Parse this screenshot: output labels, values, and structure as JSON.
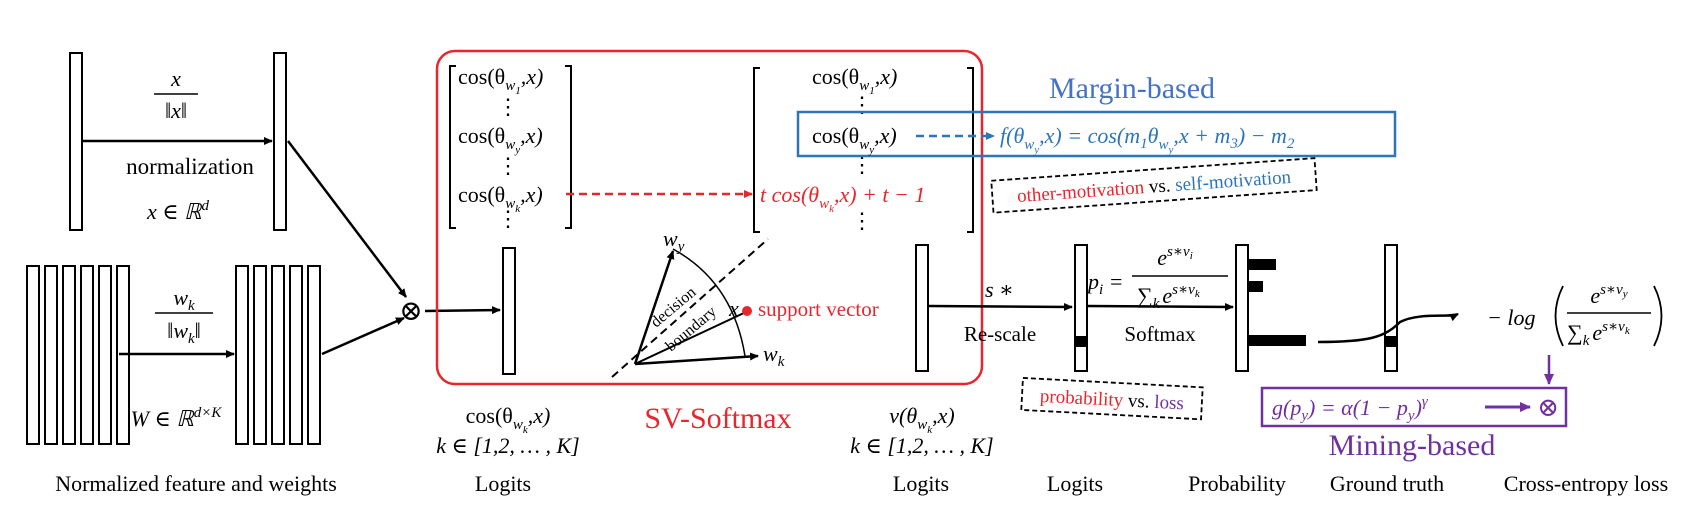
{
  "colors": {
    "black": "#000000",
    "red": "#e8262d",
    "blue": "#2e75b6",
    "margin_title": "#4472c4",
    "purple": "#7030a0"
  },
  "feature": {
    "norm_fraction_num": "x",
    "norm_fraction_den": "‖x‖",
    "normalization_label": "normalization",
    "feature_space": "x ∈ ℝ",
    "feature_space_sup": "d"
  },
  "weights": {
    "norm_fraction_num": "w",
    "norm_fraction_num_sub": "k",
    "norm_fraction_den": "‖w",
    "norm_fraction_den_sub": "k",
    "norm_fraction_den_end": "‖",
    "weight_space": "W ∈ ℝ",
    "weight_space_sup": "d×K"
  },
  "product_symbol": "⊗",
  "sv_softmax": {
    "title": "SV-Softmax",
    "left_matrix": {
      "row1": "cos(θ",
      "row1_sub": "w",
      "row1_subsub": "1",
      "row1_end": ",x)",
      "row2": "cos(θ",
      "row2_sub": "w",
      "row2_subsub": "y",
      "row2_end": ",x)",
      "row3": "cos(θ",
      "row3_sub": "w",
      "row3_subsub": "k",
      "row3_end": ",x)"
    },
    "right_matrix": {
      "row1": "cos(θ",
      "row1_sub": "w",
      "row1_subsub": "1",
      "row1_end": ",x)",
      "row2": "cos(θ",
      "row2_sub": "w",
      "row2_subsub": "y",
      "row2_end": ",x)",
      "row3_prefix": "t cos(θ",
      "row3_sub": "w",
      "row3_subsub": "k",
      "row3_end": ",x) + t − 1"
    },
    "vector_wy": "w",
    "vector_wy_sub": "y",
    "vector_wk": "w",
    "vector_wk_sub": "k",
    "vector_x": "x",
    "decision": "decision",
    "boundary": "boundary",
    "support_vector": "support vector"
  },
  "margin": {
    "title": "Margin-based",
    "formula_lhs": "f(θ",
    "formula_lhs_sub": "w",
    "formula_lhs_subsub": "y",
    "formula_mid": ",x) = cos(m",
    "formula_m1_sub": "1",
    "formula_theta": "θ",
    "formula_theta_sub": "w",
    "formula_theta_subsub": "y",
    "formula_rest": ",x + m",
    "formula_m3_sub": "3",
    "formula_end": ") − m",
    "formula_m2_sub": "2",
    "motivation_other": "other-motivation",
    "motivation_vs": " vs. ",
    "motivation_self": "self-motivation"
  },
  "logits_left": {
    "line1": "cos(θ",
    "line1_sub": "w",
    "line1_subsub": "k",
    "line1_end": ",x)",
    "line2": "k ∈ [1,2, … , K]",
    "caption": "Logits"
  },
  "logits_right": {
    "line1": "v(θ",
    "line1_sub": "w",
    "line1_subsub": "k",
    "line1_end": ",x)",
    "line2": "k ∈ [1,2, … , K]",
    "caption": "Logits"
  },
  "rescale": {
    "label": "Re-scale",
    "factor": "s ∗"
  },
  "softmax": {
    "label": "Softmax",
    "p_i": "p",
    "p_i_sub": "i",
    "num": "e",
    "num_sup": "s∗v",
    "num_sup_sub": "i",
    "den": "∑",
    "den_sub": "k",
    "den_e": "e",
    "den_sup": "s∗v",
    "den_sup_sub": "k"
  },
  "probability_note": {
    "probability": "probability",
    "vs": " vs. ",
    "loss": "loss"
  },
  "loss": {
    "prefix": "− log",
    "num": "e",
    "num_sup": "s∗v",
    "num_sup_sub": "y",
    "den": "∑",
    "den_sub": "k",
    "den_e": "e",
    "den_sup": "s∗v",
    "den_sup_sub": "k"
  },
  "mining": {
    "title": "Mining-based",
    "formula_g": "g(p",
    "formula_g_sub": "y",
    "formula_mid": ") = α(1 − p",
    "formula_p_sub": "y",
    "formula_close": ")",
    "formula_sup": "γ"
  },
  "captions": {
    "normalized": "Normalized feature and weights",
    "logits_a": "Logits",
    "logits_b": "Logits",
    "logits_c": "Logits",
    "probability": "Probability",
    "ground_truth": "Ground truth",
    "ce_loss": "Cross-entropy loss"
  }
}
